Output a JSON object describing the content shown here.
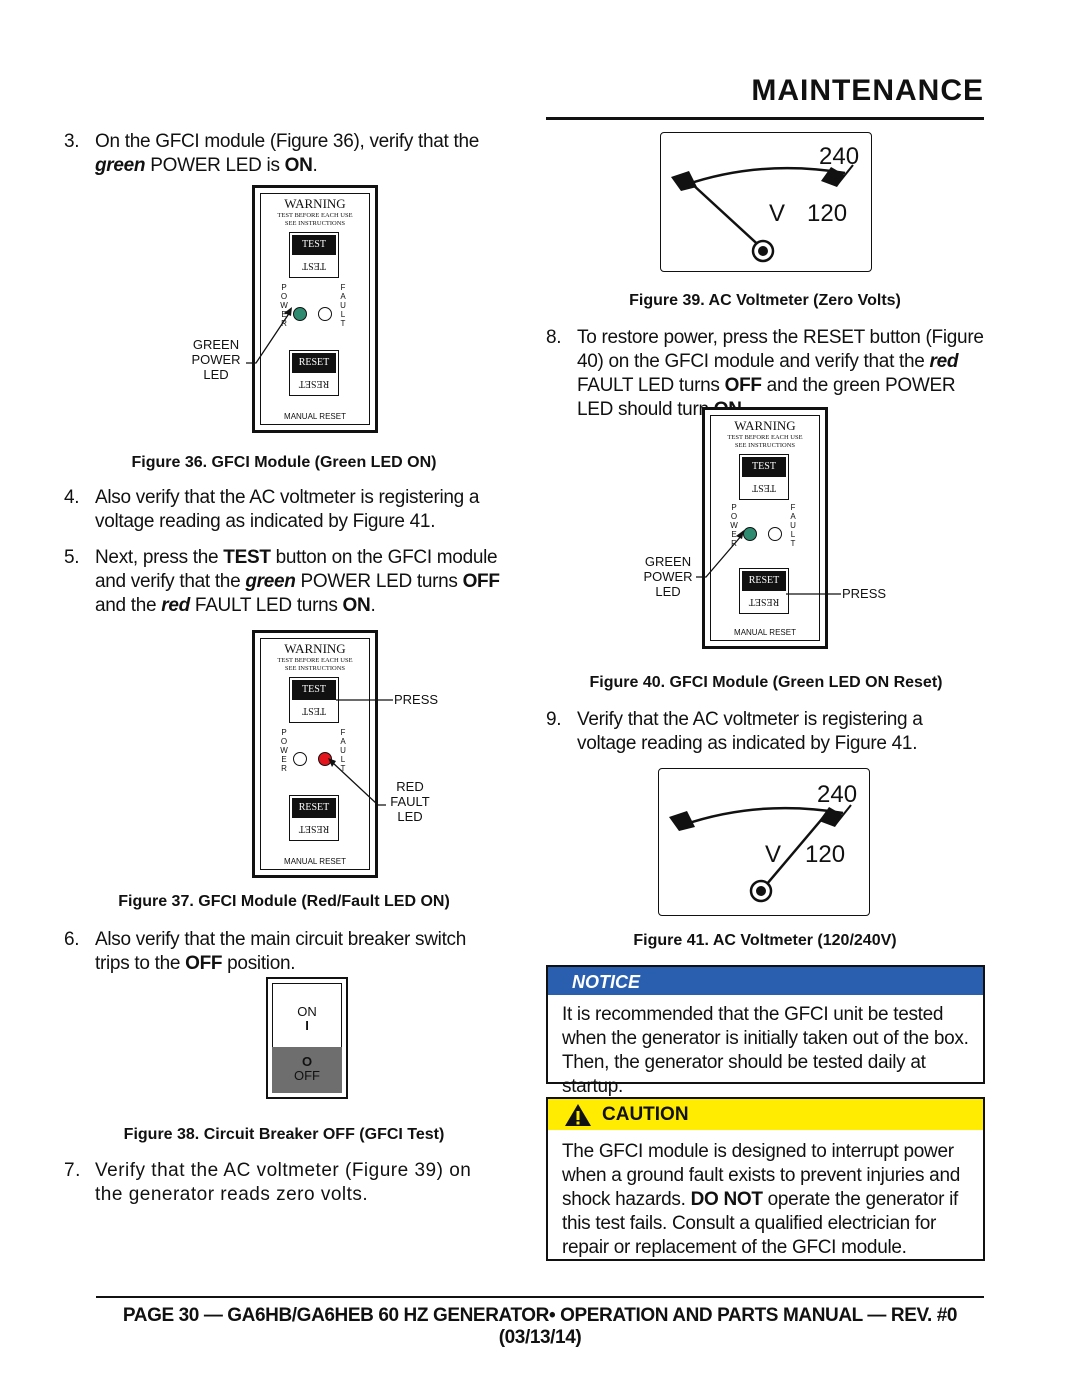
{
  "header": {
    "title": "MAINTENANCE"
  },
  "steps": {
    "s3": {
      "num": "3.",
      "a": "On the GFCI module (Figure 36), verify that the ",
      "b": "green",
      "c": " POWER LED is ",
      "d": "ON",
      "e": "."
    },
    "s4": {
      "num": "4.",
      "text": "Also verify that the AC voltmeter is registering a voltage reading as indicated by Figure 41."
    },
    "s5": {
      "num": "5.",
      "a": "Next, press the ",
      "b": "TEST",
      "c": " button on the GFCI module and verify that the ",
      "d": "green",
      "e": " POWER LED turns ",
      "f": "OFF",
      "g": " and the ",
      "h": "red",
      "i": " FAULT LED turns ",
      "j": "ON",
      "k": "."
    },
    "s6": {
      "num": "6.",
      "a": "Also verify that the main circuit breaker switch trips to the ",
      "b": "OFF",
      "c": " position."
    },
    "s7": {
      "num": "7.",
      "text": "Verify that the AC voltmeter (Figure 39) on the generator reads zero volts."
    },
    "s8": {
      "num": "8.",
      "a": "To restore power, press the RESET button (Figure 40) on the GFCI module and verify that the ",
      "b": "red",
      "c": " FAULT LED turns ",
      "d": "OFF",
      "e": " and the green POWER LED should turn ",
      "f": "ON"
    },
    "s9": {
      "num": "9.",
      "text": "Verify that the AC voltmeter is registering a voltage reading as indicated by Figure 41."
    }
  },
  "gfci": {
    "warning": "WARNING",
    "test_before": "TEST BEFORE EACH USE",
    "see_instructions": "SEE INSTRUCTIONS",
    "test": "TEST",
    "reset": "RESET",
    "manual_reset": "MANUAL RESET",
    "power_letters": [
      "P",
      "O",
      "W",
      "E",
      "R"
    ],
    "fault_letters": [
      "F",
      "A",
      "U",
      "L",
      "T"
    ]
  },
  "labels": {
    "green": "GREEN",
    "power": "POWER",
    "led": "LED",
    "press": "PRESS",
    "red": "RED",
    "fault": "FAULT"
  },
  "colors": {
    "green_led": "#2e8b6f",
    "red_led": "#e3141b",
    "notice": "#2a5fb0",
    "caution": "#ffec00",
    "breaker_off": "#6e6e6e"
  },
  "captions": {
    "fig36": "Figure 36. GFCI Module (Green LED ON)",
    "fig37": "Figure 37. GFCI Module (Red/Fault LED ON)",
    "fig38": "Figure 38. Circuit Breaker OFF (GFCI Test)",
    "fig39": "Figure 39. AC Voltmeter (Zero Volts)",
    "fig40": "Figure 40. GFCI Module (Green LED ON Reset)",
    "fig41": "Figure 41. AC Voltmeter (120/240V)"
  },
  "meter": {
    "v240": "240",
    "v120": "120",
    "unit": "V"
  },
  "breaker": {
    "on": "ON",
    "on_symbol": "I",
    "off": "OFF",
    "off_symbol": "O"
  },
  "notice": {
    "title": "NOTICE",
    "text": "It is recommended that the GFCI unit be tested when the generator is initially taken out of the box. Then, the generator should be tested daily at startup."
  },
  "caution": {
    "title": "CAUTION",
    "a": "The GFCI module is designed to interrupt power when a ground fault exists to prevent injuries and shock hazards. ",
    "b": "DO NOT",
    "c": " operate the generator if this test fails. Consult a qualified electrician for repair or replacement of the GFCI module."
  },
  "footer": {
    "text": "PAGE 30 — GA6HB/GA6HEB 60 HZ GENERATOR• OPERATION AND PARTS MANUAL — REV. #0 (03/13/14)"
  }
}
